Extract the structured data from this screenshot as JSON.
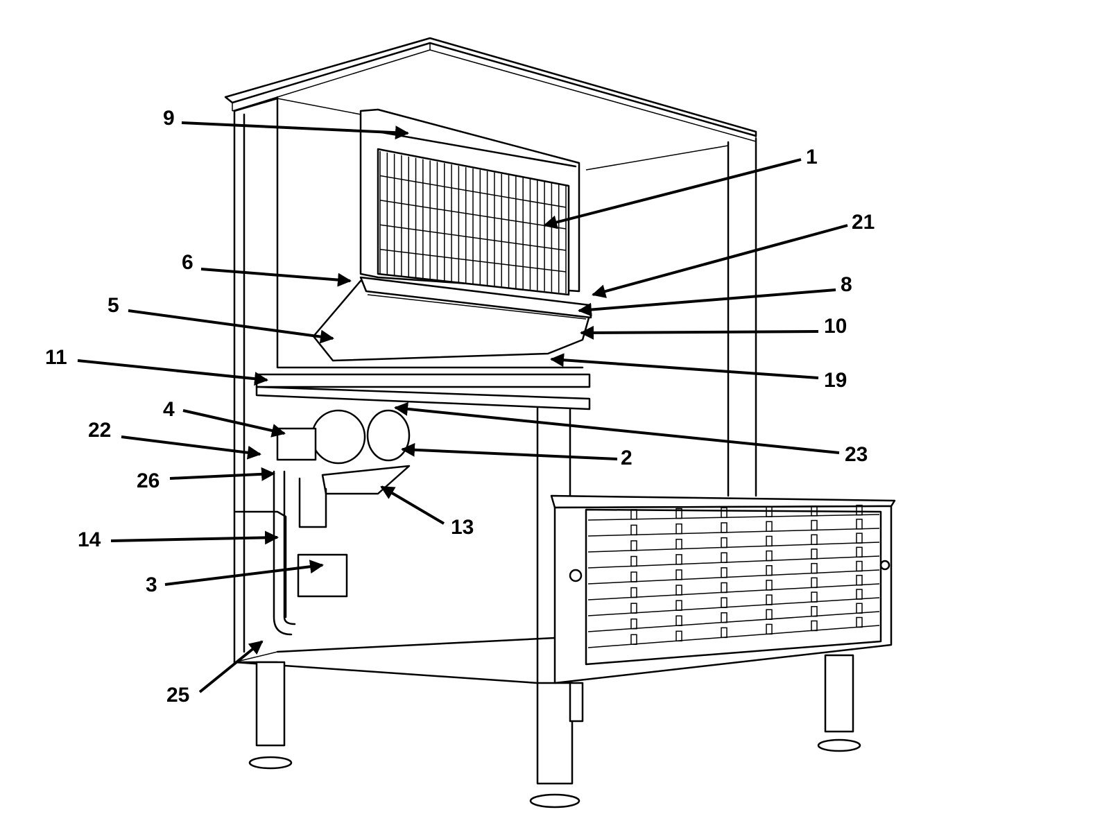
{
  "diagram": {
    "callouts": [
      {
        "id": "c1",
        "label": "1"
      },
      {
        "id": "c2",
        "label": "2"
      },
      {
        "id": "c3",
        "label": "3"
      },
      {
        "id": "c4",
        "label": "4"
      },
      {
        "id": "c5",
        "label": "5"
      },
      {
        "id": "c6",
        "label": "6"
      },
      {
        "id": "c8",
        "label": "8"
      },
      {
        "id": "c9",
        "label": "9"
      },
      {
        "id": "c10",
        "label": "10"
      },
      {
        "id": "c11",
        "label": "11"
      },
      {
        "id": "c13",
        "label": "13"
      },
      {
        "id": "c14",
        "label": "14"
      },
      {
        "id": "c19",
        "label": "19"
      },
      {
        "id": "c21",
        "label": "21"
      },
      {
        "id": "c22",
        "label": "22"
      },
      {
        "id": "c23",
        "label": "23"
      },
      {
        "id": "c25",
        "label": "25"
      },
      {
        "id": "c26",
        "label": "26"
      }
    ]
  }
}
